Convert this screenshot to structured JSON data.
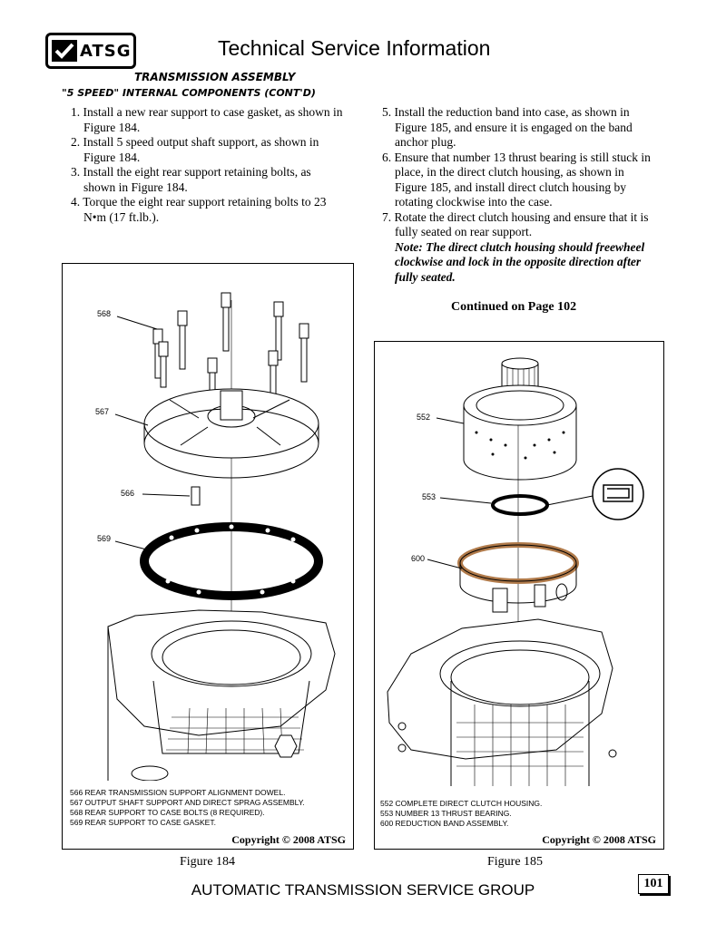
{
  "header": {
    "logo_text": "ATSG",
    "title": "Technical Service Information"
  },
  "section": {
    "title": "TRANSMISSION ASSEMBLY",
    "subtitle": "\"5 SPEED\" INTERNAL COMPONENTS (CONT'D)"
  },
  "left_steps": [
    "1. Install a new rear support to case gasket, as shown in Figure 184.",
    "2. Install 5 speed output shaft support, as shown in Figure 184.",
    "3. Install the eight rear support retaining bolts, as shown in Figure 184.",
    "4. Torque the eight rear support retaining bolts to 23 N•m  (17 ft.lb.)."
  ],
  "right_steps": [
    "5. Install the reduction band into case, as shown in Figure 185, and ensure it is engaged on the band anchor plug.",
    "6. Ensure that number 13 thrust bearing is still stuck in place, in the direct clutch housing, as shown in Figure 185, and install direct clutch housing by rotating clockwise into the case.",
    "7. Rotate the direct clutch housing and ensure that it is fully seated on rear support."
  ],
  "note": "Note: The direct clutch housing should freewheel clockwise and lock in the opposite direction after fully seated.",
  "continued": "Continued on Page 102",
  "figure184": {
    "callouts": {
      "c568": "568",
      "c567": "567",
      "c566": "566",
      "c569": "569"
    },
    "legend": [
      "566  REAR TRANSMISSION SUPPORT ALIGNMENT DOWEL.",
      "567  OUTPUT SHAFT SUPPORT AND DIRECT SPRAG ASSEMBLY.",
      "568  REAR SUPPORT TO CASE BOLTS  (8 REQUIRED).",
      "569  REAR SUPPORT TO CASE GASKET."
    ],
    "copyright": "Copyright © 2008 ATSG",
    "caption": "Figure 184"
  },
  "figure185": {
    "callouts": {
      "c552": "552",
      "c553": "553",
      "c600": "600"
    },
    "legend": [
      "552  COMPLETE DIRECT CLUTCH HOUSING.",
      "553  NUMBER 13 THRUST BEARING.",
      "600  REDUCTION BAND ASSEMBLY."
    ],
    "copyright": "Copyright © 2008 ATSG",
    "caption": "Figure 185"
  },
  "footer": {
    "text": "AUTOMATIC TRANSMISSION SERVICE GROUP",
    "page_number": "101"
  }
}
